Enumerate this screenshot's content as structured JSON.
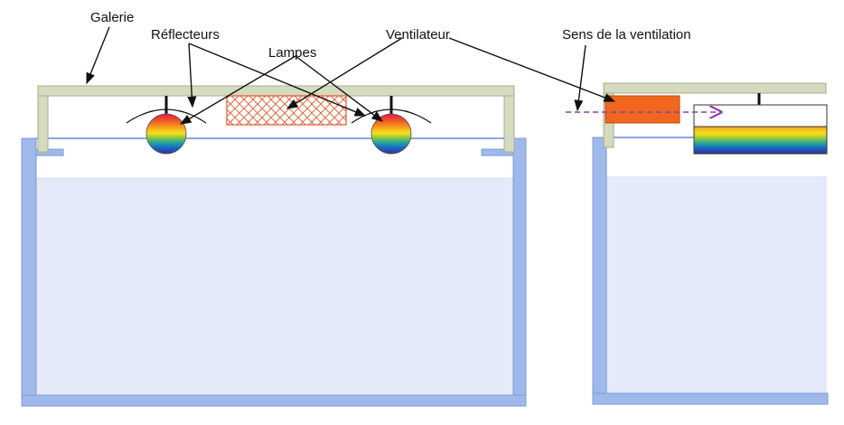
{
  "labels": {
    "galerie": "Galerie",
    "reflecteurs": "Réflecteurs",
    "lampes": "Lampes",
    "ventilateur": "Ventilateur",
    "sens_ventilation": "Sens de la ventilation"
  },
  "colors": {
    "galerie_fill": "#d5dbbf",
    "galerie_stroke": "#a7ae8c",
    "aquarium_wall": "#9fb9ea",
    "aquarium_wall_stroke": "#7d9bd6",
    "water": "#e4eaf9",
    "waterline": "#4a6fd0",
    "fan_front": "#f0661e",
    "fan_mesh": "#e8562a",
    "flow_arrow": "#8a3ab5",
    "arrow": "#111111"
  },
  "spectrum": [
    "#e8184a",
    "#f05a28",
    "#f6a21b",
    "#f5e21a",
    "#8cc63f",
    "#1fa5a0",
    "#1a63c2",
    "#3a2e9a"
  ]
}
